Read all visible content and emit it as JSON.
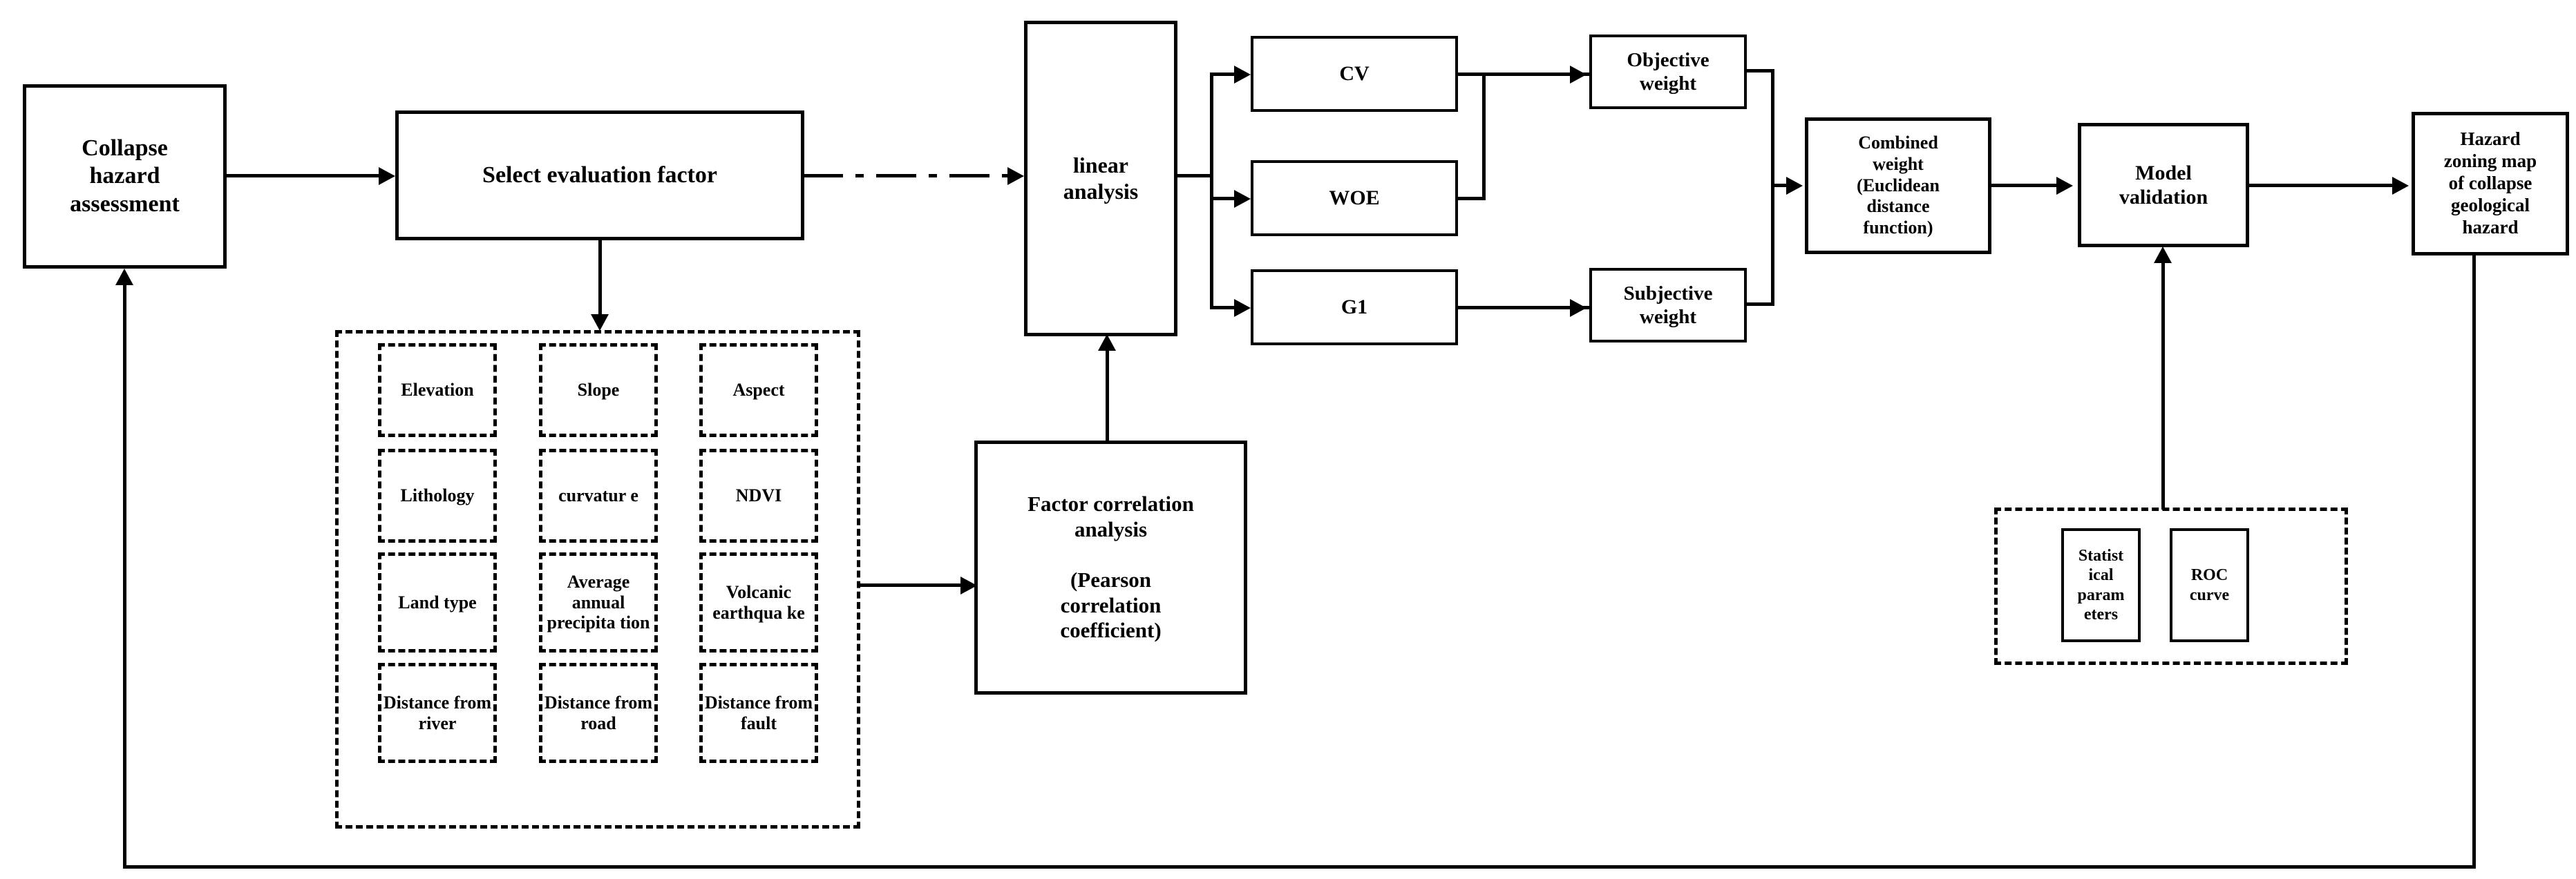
{
  "diagram": {
    "title": "Collapse hazard assessment flowchart",
    "type": "flowchart",
    "line_color": "#000000",
    "background": "#ffffff"
  },
  "nodes": {
    "collapse_hazard_assessment": "Collapse\nhazard\nassessment",
    "select_evaluation_factor": "Select evaluation factor",
    "linear_analysis": "linear\nanalysis",
    "cv": "CV",
    "woe": "WOE",
    "g1": "G1",
    "objective_weight": "Objective\nweight",
    "subjective_weight": "Subjective\nweight",
    "combined_weight": "Combined\nweight\n(Euclidean\ndistance\nfunction)",
    "model_validation": "Model\nvalidation",
    "hazard_zoning_map": "Hazard\nzoning map\nof collapse\ngeological\nhazard",
    "factor_correlation_analysis": "Factor correlation\nanalysis\n\n(Pearson\ncorrelation\ncoefficient)",
    "statistical_parameters": "Statist\nical\nparam\neters",
    "roc_curve": "ROC\ncurve"
  },
  "factor_grid": {
    "columns": 3,
    "rows": 4,
    "items": [
      "Elevation",
      "Slope",
      "Aspect",
      "Lithology",
      "curvatur\ne",
      "NDVI",
      "Land\ntype",
      "Average\nannual\nprecipita\ntion",
      "Volcanic\nearthqua\nke",
      "Distance\nfrom\nriver",
      "Distance\nfrom\nroad",
      "Distance\nfrom\nfault"
    ]
  },
  "edges": [
    {
      "from": "collapse_hazard_assessment",
      "to": "select_evaluation_factor",
      "style": "solid",
      "direction": "right"
    },
    {
      "from": "select_evaluation_factor",
      "to": "linear_analysis",
      "style": "dash-dot",
      "direction": "right"
    },
    {
      "from": "select_evaluation_factor",
      "to": "factor_grid",
      "style": "solid",
      "direction": "down"
    },
    {
      "from": "factor_grid",
      "to": "factor_correlation_analysis",
      "style": "solid",
      "direction": "right"
    },
    {
      "from": "factor_correlation_analysis",
      "to": "linear_analysis",
      "style": "solid",
      "direction": "up"
    },
    {
      "from": "linear_analysis",
      "to": "cv",
      "style": "solid",
      "direction": "right"
    },
    {
      "from": "linear_analysis",
      "to": "woe",
      "style": "solid",
      "direction": "right"
    },
    {
      "from": "linear_analysis",
      "to": "g1",
      "style": "solid",
      "direction": "right"
    },
    {
      "from": "cv",
      "to": "objective_weight",
      "style": "solid",
      "direction": "right"
    },
    {
      "from": "woe",
      "to": "objective_weight",
      "style": "solid",
      "direction": "right"
    },
    {
      "from": "g1",
      "to": "subjective_weight",
      "style": "solid",
      "direction": "right"
    },
    {
      "from": "objective_weight",
      "to": "combined_weight",
      "style": "solid",
      "direction": "right"
    },
    {
      "from": "subjective_weight",
      "to": "combined_weight",
      "style": "solid",
      "direction": "right"
    },
    {
      "from": "combined_weight",
      "to": "model_validation",
      "style": "solid",
      "direction": "right"
    },
    {
      "from": "model_validation",
      "to": "hazard_zoning_map",
      "style": "solid",
      "direction": "right"
    },
    {
      "from": "validation_group",
      "to": "model_validation",
      "style": "solid",
      "direction": "up"
    },
    {
      "from": "hazard_zoning_map",
      "to": "collapse_hazard_assessment",
      "style": "solid",
      "direction": "feedback-up"
    }
  ]
}
